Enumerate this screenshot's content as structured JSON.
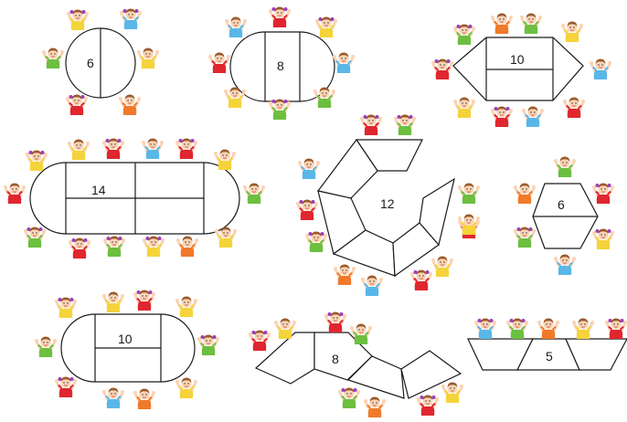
{
  "colors": {
    "skin": "#fbd3b3",
    "hair": "#9a5a2c",
    "stroke": "#1a1a1a",
    "shirt_red": "#e0262f",
    "shirt_green": "#6cbf3f",
    "shirt_yellow": "#f4d43a",
    "shirt_blue": "#59b7e8",
    "shirt_orange": "#f07a2a",
    "bow_purple": "#9c3fb8"
  },
  "arrangements": [
    {
      "id": "round-table",
      "seat_count": "6",
      "children": [
        "yellow-girl",
        "blue-girl",
        "green-boy",
        "yellow-boy",
        "red-girl",
        "orange-boy"
      ]
    },
    {
      "id": "oval-table",
      "seat_count": "8",
      "children": [
        "blue-boy",
        "red-girl",
        "yellow-girl",
        "red-boy",
        "blue-boy",
        "yellow-boy",
        "green-girl",
        "green-boy"
      ]
    },
    {
      "id": "octagon-table",
      "seat_count": "10",
      "children": [
        "green-girl",
        "orange-boy",
        "green-boy",
        "yellow-boy",
        "red-girl",
        "blue-boy",
        "yellow-boy",
        "red-girl",
        "blue-boy",
        "red-boy"
      ]
    },
    {
      "id": "long-oval-table",
      "seat_count": "14",
      "children": [
        "yellow-girl",
        "yellow-boy",
        "red-girl",
        "blue-boy",
        "red-girl",
        "yellow-boy",
        "red-boy",
        "green-boy",
        "green-girl",
        "red-girl",
        "green-girl",
        "yellow-girl",
        "orange-boy",
        "yellow-boy"
      ]
    },
    {
      "id": "horseshoe-table",
      "seat_count": "12",
      "children": [
        "red-girl",
        "green-girl",
        "blue-boy",
        "green-boy",
        "red-girl",
        "red-boy",
        "green-girl",
        "orange-boy",
        "blue-boy",
        "red-girl",
        "yellow-boy",
        "yellow-boy"
      ]
    },
    {
      "id": "hexagon-table",
      "seat_count": "6",
      "children": [
        "green-boy",
        "orange-boy",
        "red-girl",
        "green-girl",
        "yellow-girl",
        "blue-boy"
      ]
    },
    {
      "id": "small-oval-table",
      "seat_count": "10",
      "children": [
        "yellow-girl",
        "yellow-boy",
        "red-girl",
        "yellow-boy",
        "green-boy",
        "green-girl",
        "red-girl",
        "blue-boy",
        "orange-boy",
        "yellow-boy"
      ]
    },
    {
      "id": "zigzag-table",
      "seat_count": "8",
      "children": [
        "red-girl",
        "yellow-boy",
        "red-girl",
        "green-boy",
        "green-girl",
        "orange-boy",
        "red-girl",
        "yellow-boy"
      ]
    },
    {
      "id": "trapezoid-row-table",
      "seat_count": "5",
      "children": [
        "blue-girl",
        "green-girl",
        "orange-boy",
        "yellow-boy",
        "red-girl"
      ]
    }
  ]
}
